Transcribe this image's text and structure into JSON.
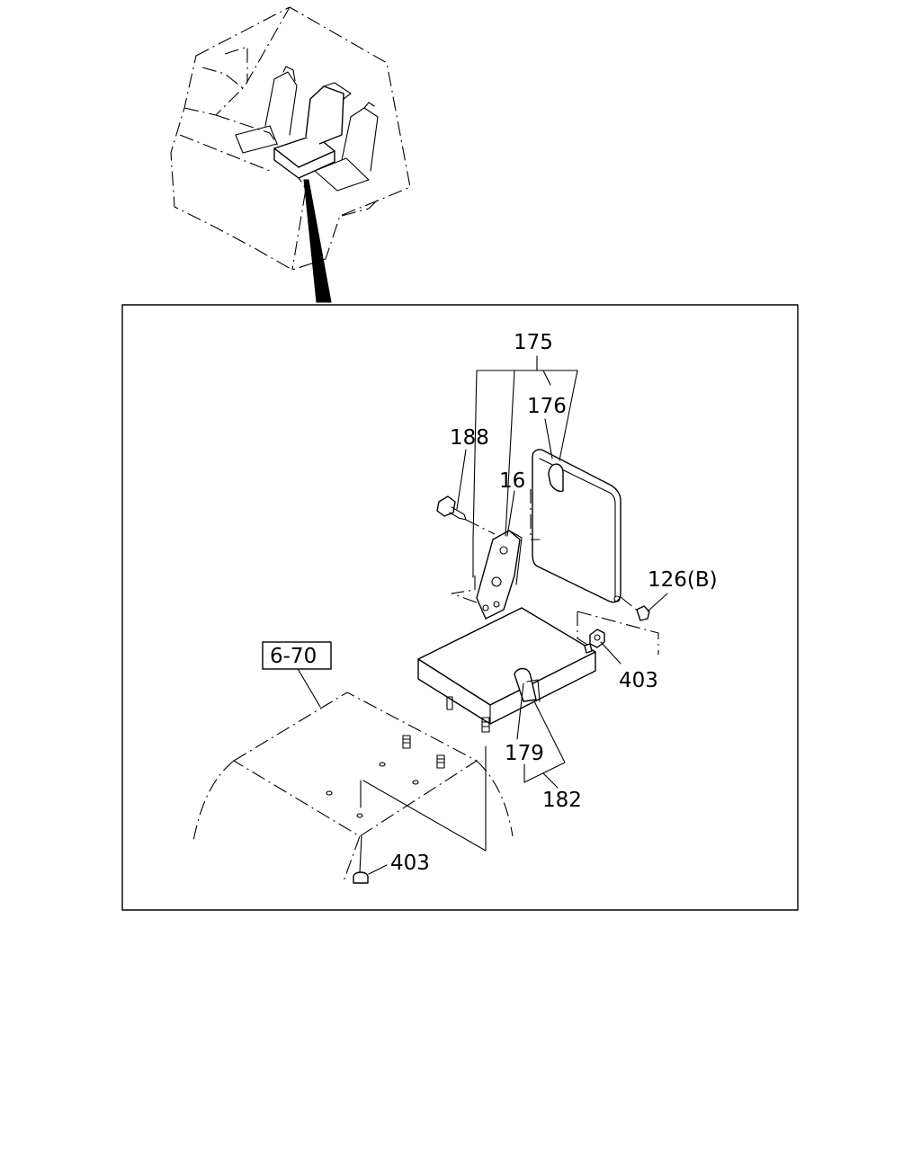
{
  "callouts": {
    "c175": "175",
    "c176": "176",
    "c188": "188",
    "c16": "16",
    "c126b": "126(B)",
    "c403_upper": "403",
    "c6_70": "6-70",
    "c179": "179",
    "c182": "182",
    "c403_lower": "403"
  }
}
